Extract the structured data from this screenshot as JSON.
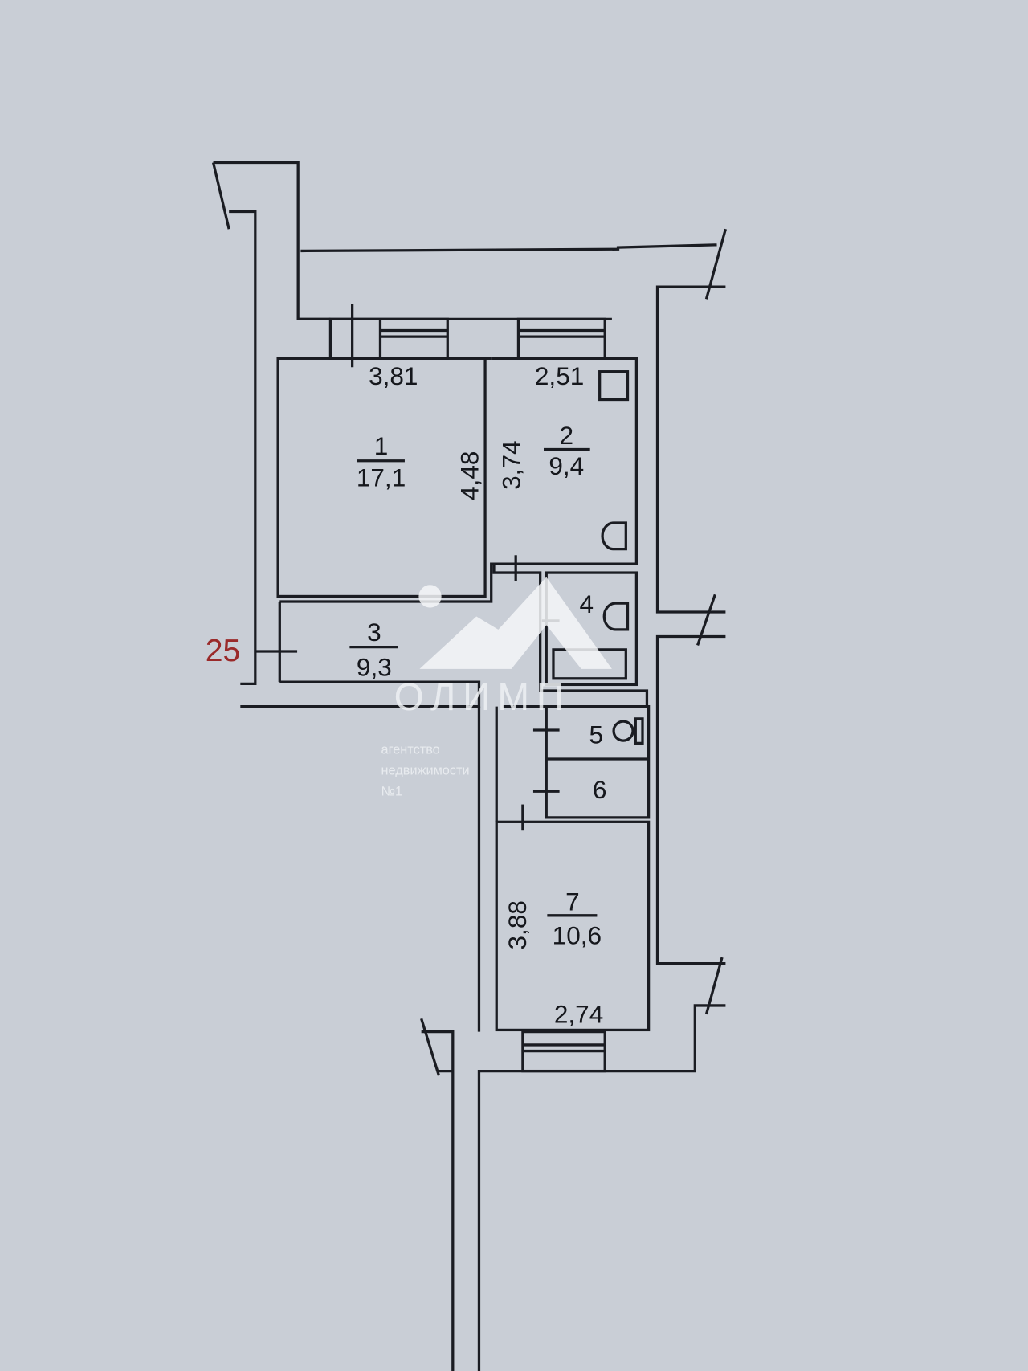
{
  "plan": {
    "apartment_number": "25",
    "rooms": [
      {
        "number": "1",
        "area": "17,1"
      },
      {
        "number": "2",
        "area": "9,4"
      },
      {
        "number": "3",
        "area": "9,3"
      },
      {
        "number": "4"
      },
      {
        "number": "5"
      },
      {
        "number": "6"
      },
      {
        "number": "7",
        "area": "10,6"
      }
    ],
    "dimensions": {
      "room1_width": "3,81",
      "room1_length": "4,48",
      "room2_width": "2,51",
      "room2_length": "3,74",
      "room7_length": "3,88",
      "room7_width": "2,74"
    }
  },
  "watermark": {
    "brand": "ОЛИМП",
    "line1": "агентство",
    "line2": "недвижимости",
    "line3": "№1"
  },
  "colors": {
    "paper": "#c9ced6",
    "ink": "#1a1c22",
    "apartment_number": "#9a2a2a"
  }
}
